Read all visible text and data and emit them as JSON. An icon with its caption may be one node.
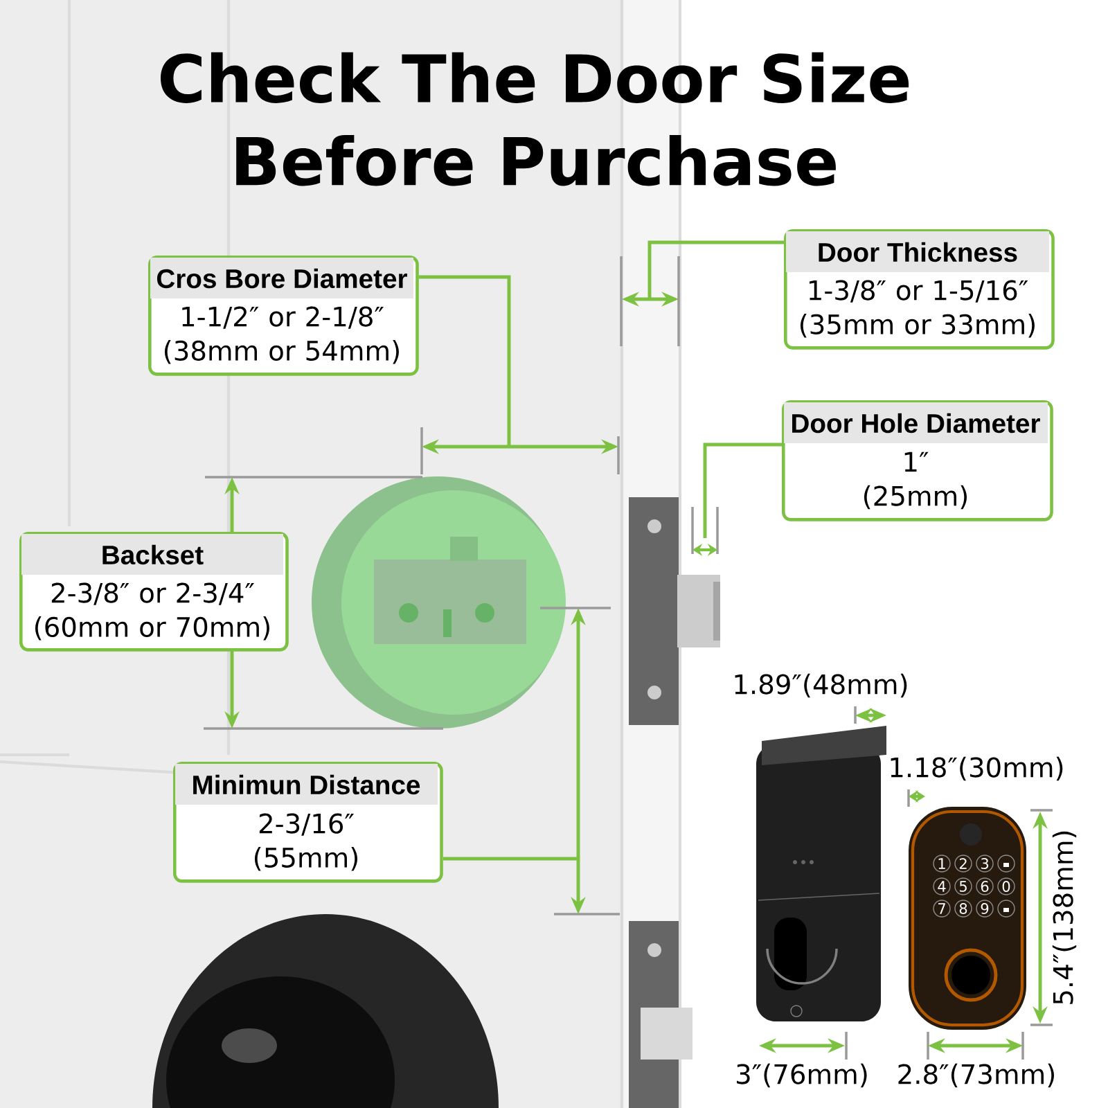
{
  "diagram": {
    "title": "Check The Door Size Before Purchase",
    "nodes": [
      {
        "text": [
          "Cros Bore Diameter",
          "1-1/2″ or 2-1/8″ (38mm or 54mm)"
        ]
      },
      {
        "text": [
          "Door Thickness",
          "1-3/8″ or 1-5/16″ (35mm or 33mm)"
        ]
      },
      {
        "text": [
          "Door Hole Diameter",
          "1″ (25mm)"
        ]
      },
      {
        "text": [
          "Backset",
          "2-3/8″ or 2-3/4″ (60mm or 70mm)"
        ]
      },
      {
        "text": [
          "Minimun Distance",
          "2-3/16″ (55mm)"
        ]
      }
    ],
    "edges": [
      {
        "from": 0,
        "to": null,
        "arrow": "none"
      },
      {
        "from": 1,
        "to": null,
        "arrow": "none"
      },
      {
        "from": 2,
        "to": null,
        "arrow": "none"
      },
      {
        "from": 4,
        "to": null,
        "arrow": "none"
      }
    ],
    "labels": [
      "1.89″(48mm)",
      "1.18″(30mm)",
      "1",
      "2",
      "3",
      "4",
      "5",
      "6",
      "0",
      "7",
      "8",
      "9",
      "5.4″(138mm)",
      "3″(76mm)",
      "2.8″(73mm)"
    ]
  }
}
